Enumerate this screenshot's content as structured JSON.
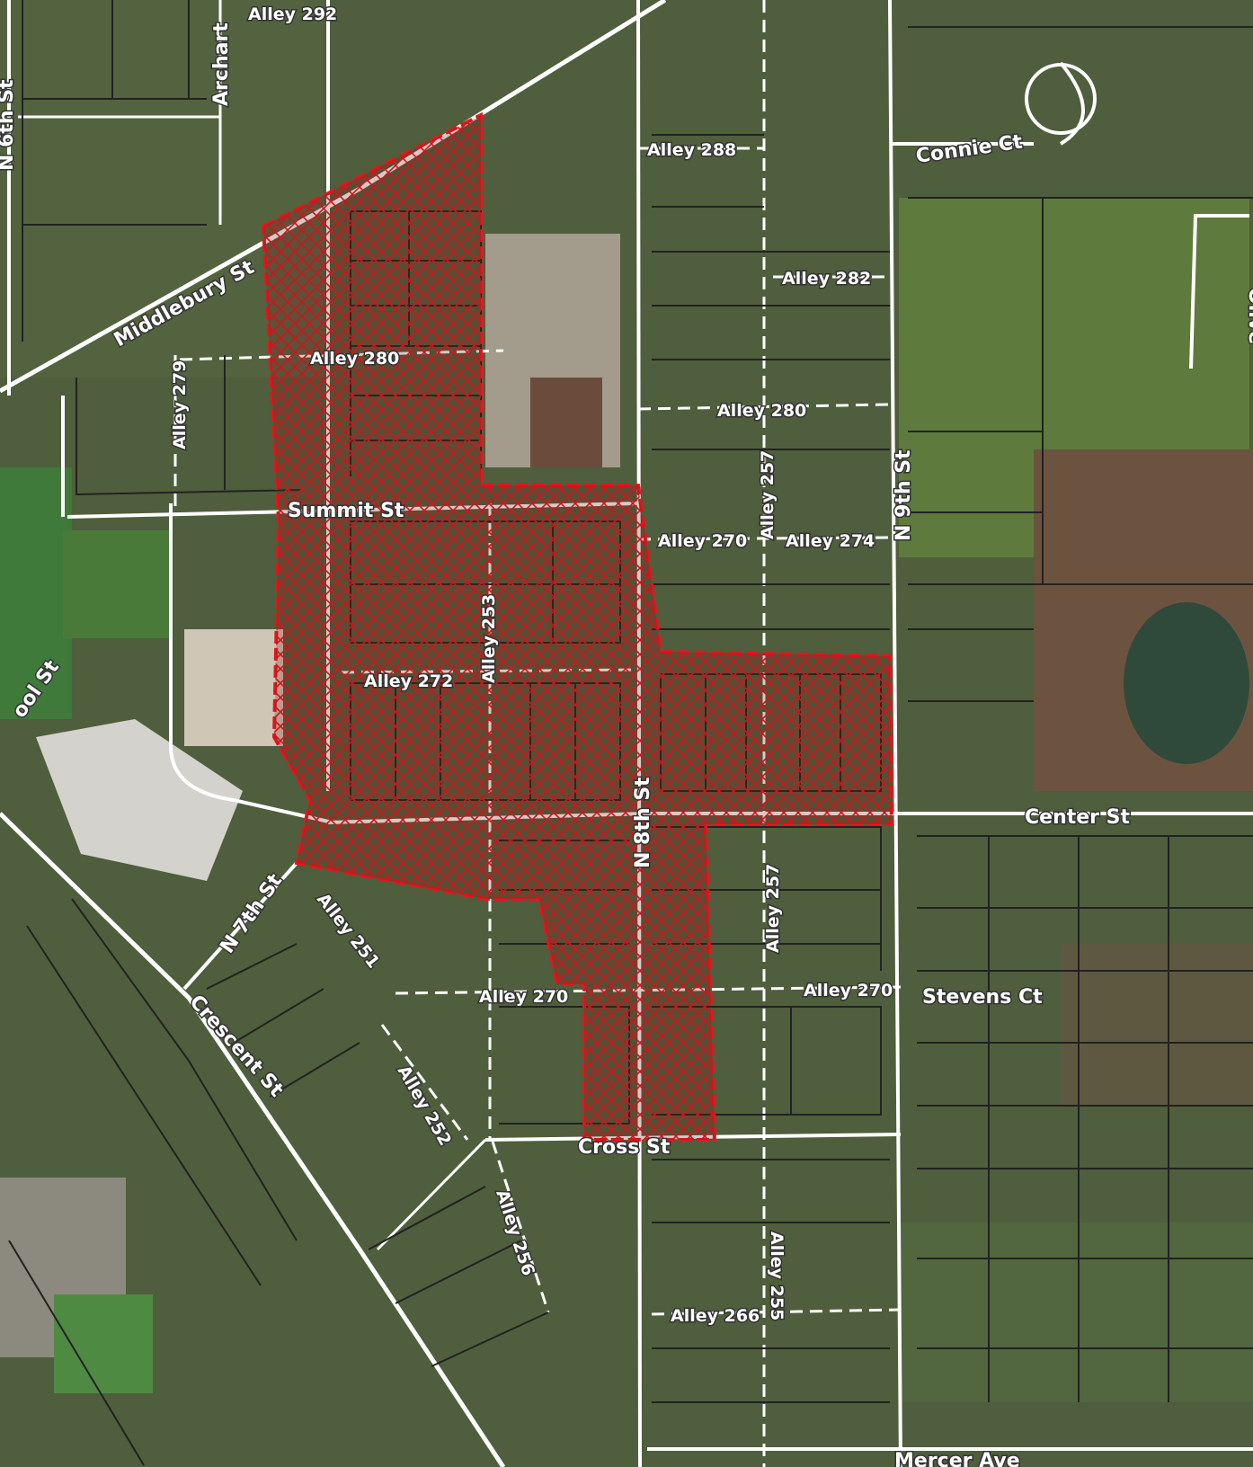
{
  "map": {
    "type": "satellite parcel map",
    "highlight_color": "#e8141c",
    "road_color": "#ffffff",
    "parcel_line_color": "#222222"
  },
  "streets": {
    "middlebury": "Middlebury St",
    "summit": "Summit St",
    "center": "Center St",
    "cross": "Cross St",
    "mercer": "Mercer Ave",
    "n7th": "N 7th St",
    "n8th": "N 8th St",
    "n9th": "N 9th St",
    "n6th": "N 6th St",
    "crescent": "Crescent St",
    "connie": "Connie Ct",
    "stevens": "Stevens Ct",
    "archart": "Archart",
    "school": "ool St",
    "olive": "Olive"
  },
  "alleys": {
    "a292": "Alley 292",
    "a288": "Alley 288",
    "a282": "Alley 282",
    "a280_west": "Alley 280",
    "a280_east": "Alley 280",
    "a279": "Alley 279",
    "a270_north": "Alley 270",
    "a274": "Alley 274",
    "a257_north": "Alley 257",
    "a253": "Alley 253",
    "a272": "Alley 272",
    "a257_south": "Alley 257",
    "a251": "Alley 251",
    "a270_south": "Alley 270",
    "a270_east": "Alley 270",
    "a252": "Alley 252",
    "a256": "Alley 256",
    "a255": "Alley 255",
    "a266": "Alley 266"
  }
}
